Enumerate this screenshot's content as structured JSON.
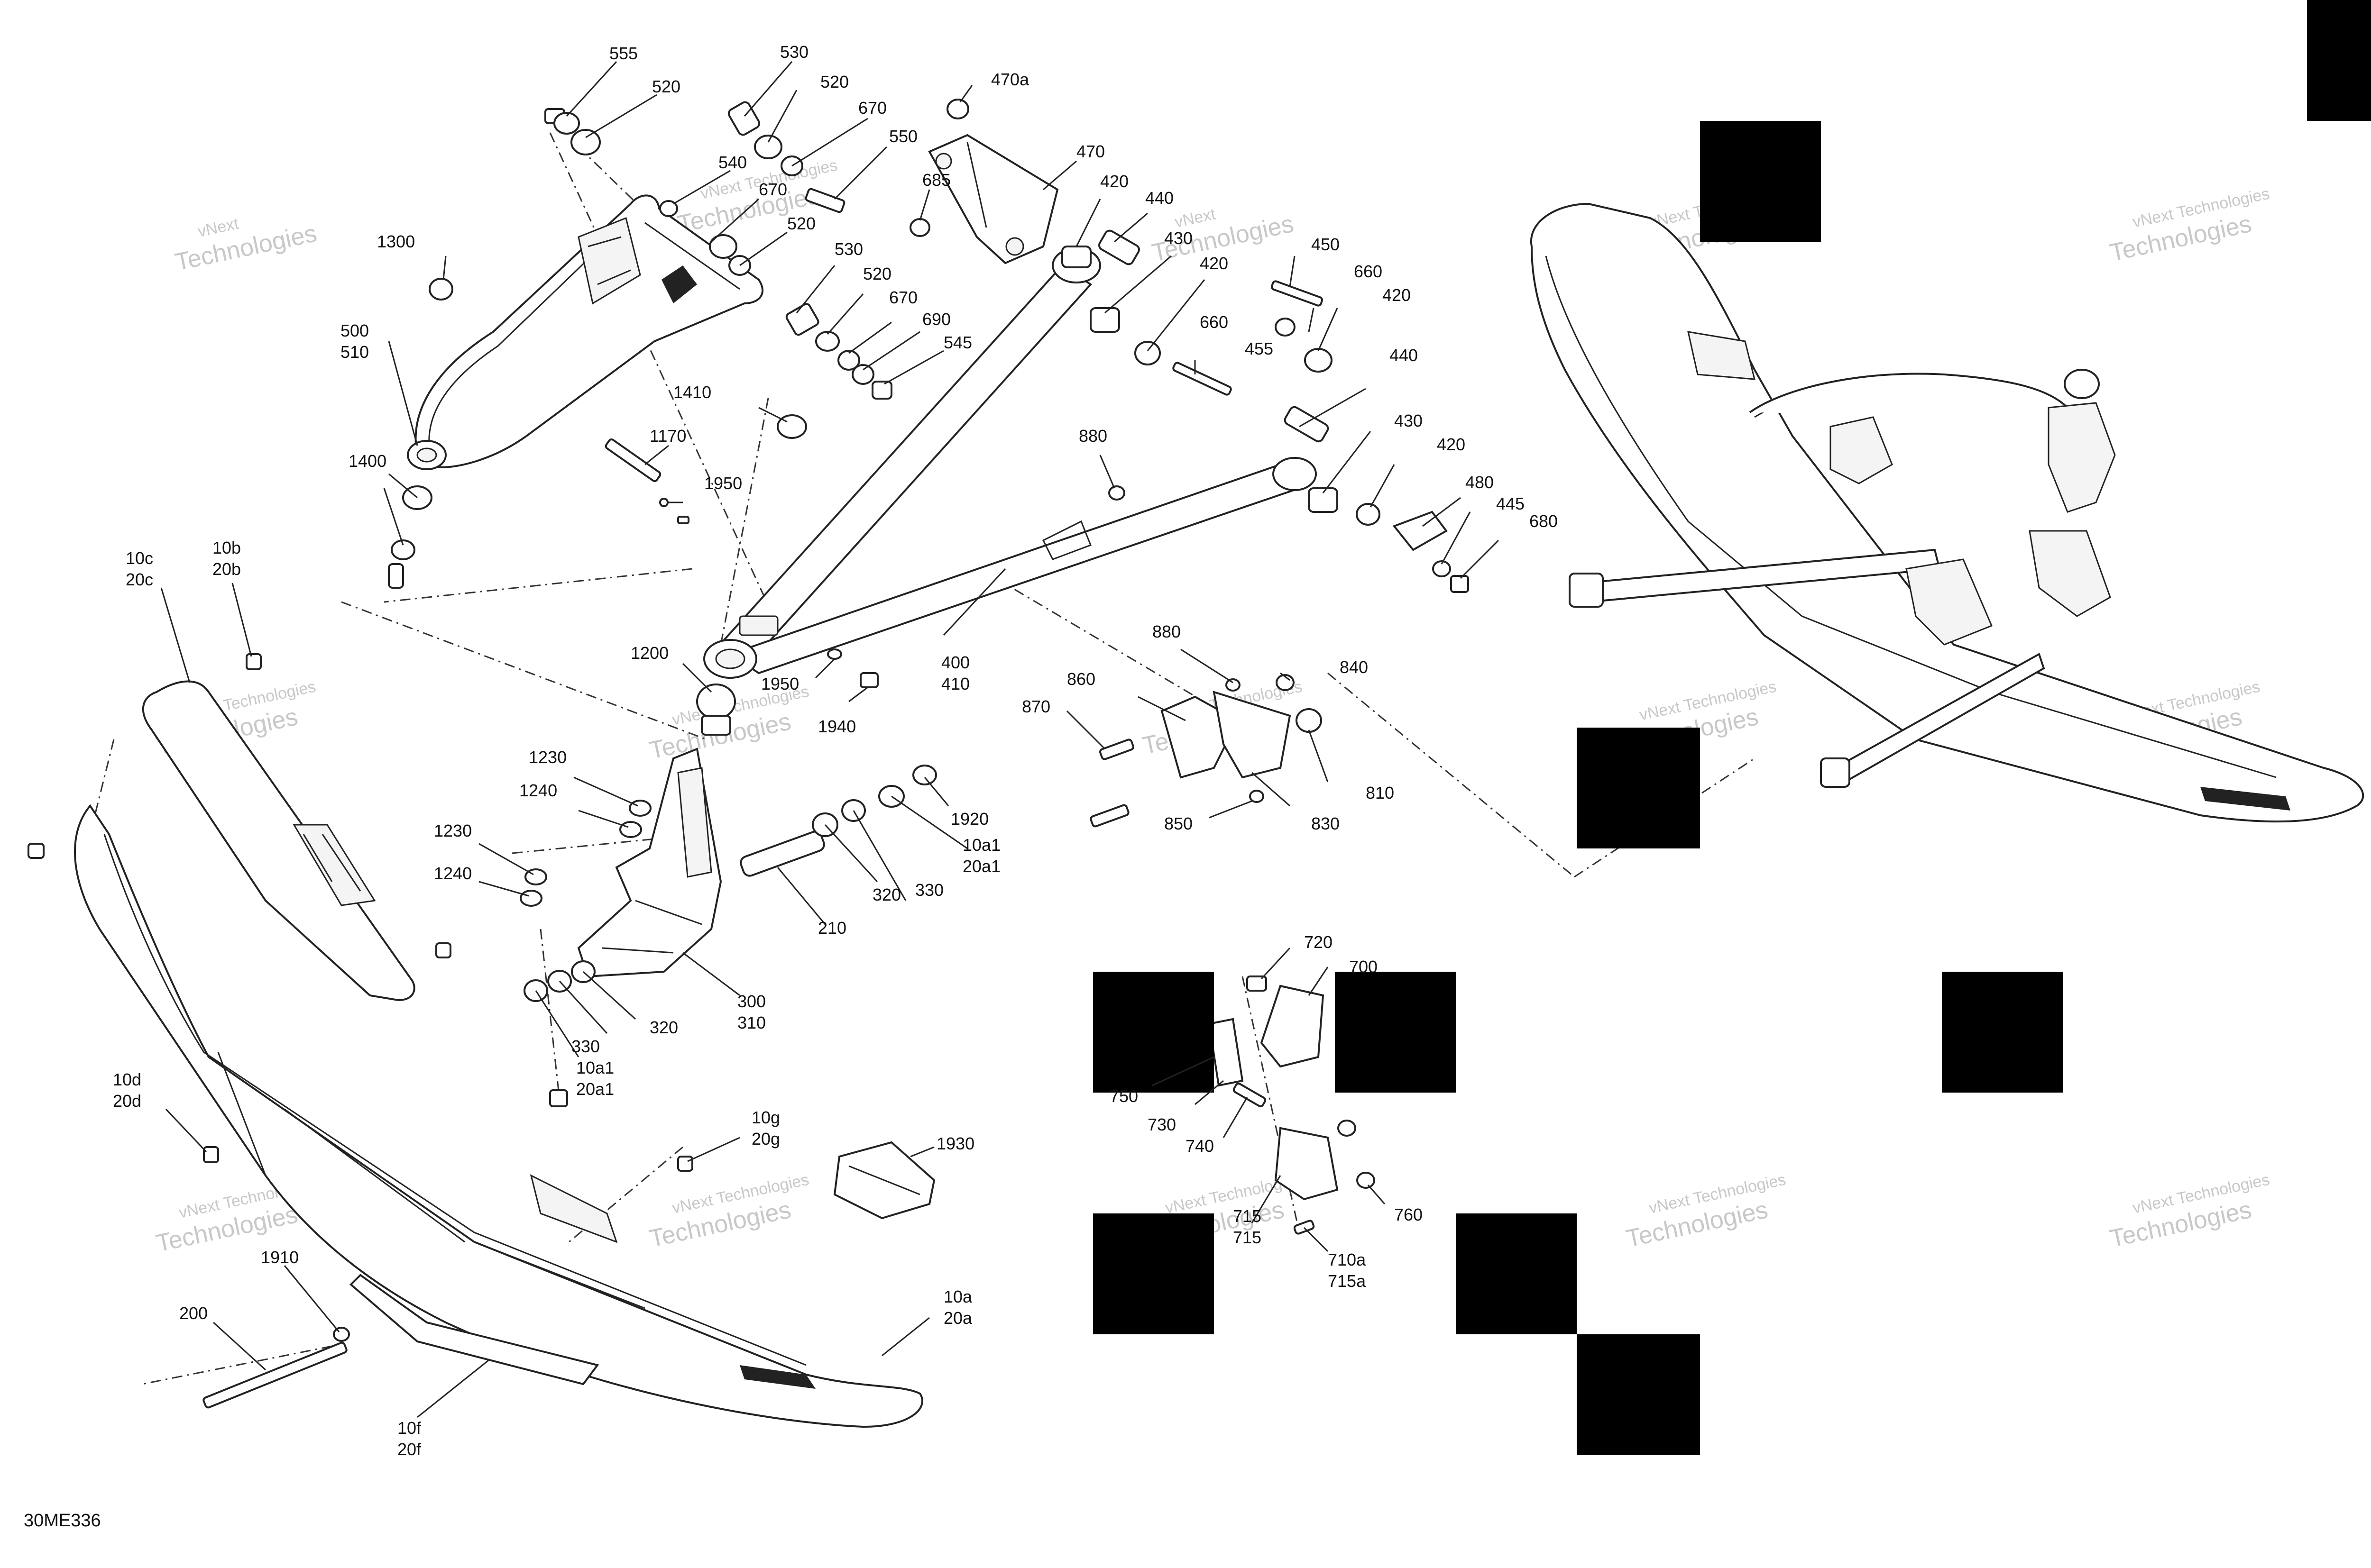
{
  "figure_ref": "30ME336",
  "watermark": {
    "line1": "vNext",
    "line2": "Technologies",
    "inline": "vNext Technologies"
  },
  "callouts": {
    "c555": "555",
    "c520a": "520",
    "c530a": "530",
    "c520b": "520",
    "c670a": "670",
    "c550": "550",
    "c470a": "470a",
    "c470": "470",
    "c540": "540",
    "c685": "685",
    "c670b": "670",
    "c520c": "520",
    "c1300": "1300",
    "c530b": "530",
    "c520d": "520",
    "c670c": "670",
    "c690": "690",
    "c545": "545",
    "c500": "500",
    "c510": "510",
    "c420a": "420",
    "c440a": "440",
    "c430a": "430",
    "c450": "450",
    "c420b": "420",
    "c660a": "660",
    "c420c": "420",
    "c660b": "660",
    "c455": "455",
    "c1410": "1410",
    "c1170": "1170",
    "c1950a": "1950",
    "c1400": "1400",
    "c880a": "880",
    "c440b": "440",
    "c430b": "430",
    "c420d": "420",
    "c480": "480",
    "c445": "445",
    "c680": "680",
    "c10c": "10c",
    "c20c": "20c",
    "c10b": "10b",
    "c20b": "20b",
    "c400": "400",
    "c410": "410",
    "c1200": "1200",
    "c1950b": "1950",
    "c1940": "1940",
    "c880b": "880",
    "c840": "840",
    "c860": "860",
    "c870": "870",
    "c810": "810",
    "c850": "850",
    "c830": "830",
    "c1230a": "1230",
    "c1240a": "1240",
    "c1920": "1920",
    "c10a1a": "10a1",
    "c20a1a": "20a1",
    "c1230b": "1230",
    "c1240b": "1240",
    "c330a": "330",
    "c320a": "320",
    "c210": "210",
    "c300": "300",
    "c310": "310",
    "c320b": "320",
    "c330b": "330",
    "c10a1b": "10a1",
    "c20a1b": "20a1",
    "c10d": "10d",
    "c20d": "20d",
    "c10g": "10g",
    "c20g": "20g",
    "c1930": "1930",
    "c720": "720",
    "c700": "700",
    "c750": "750",
    "c730": "730",
    "c740": "740",
    "c760": "760",
    "c715": "715",
    "c715b": "715",
    "c710a": "710a",
    "c715a": "715a",
    "c1910": "1910",
    "c200": "200",
    "c10f": "10f",
    "c20f": "20f",
    "c10a": "10a",
    "c20a": "20a"
  },
  "colors": {
    "line": "#222222",
    "watermark": "#c8c8c8",
    "redaction": "#000000",
    "background": "#ffffff"
  }
}
